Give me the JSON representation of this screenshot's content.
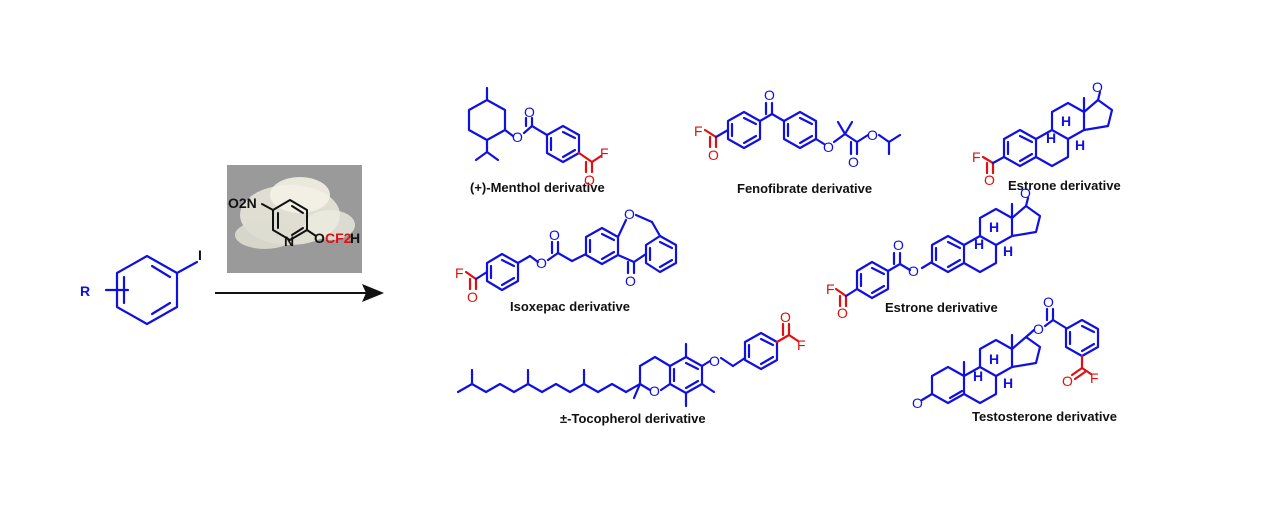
{
  "reactant": {
    "substituent": "R",
    "halogen": "I"
  },
  "reagent": {
    "nitro": "O2N",
    "ring_n": "N",
    "group_o": "O",
    "group_cf2": "CF2",
    "group_h": "H"
  },
  "products": [
    {
      "id": "menthol",
      "label": "(+)-Menthol derivative"
    },
    {
      "id": "fenofibrate",
      "label": "Fenofibrate derivative"
    },
    {
      "id": "estrone1",
      "label": "Estrone derivative"
    },
    {
      "id": "isoxepac",
      "label": "Isoxepac derivative"
    },
    {
      "id": "estrone2",
      "label": "Estrone derivative"
    },
    {
      "id": "tocopherol",
      "label": "±-Tocopherol derivative"
    },
    {
      "id": "testosterone",
      "label": "Testosterone derivative"
    }
  ],
  "atoms": {
    "O": "O",
    "F": "F",
    "H": "H"
  },
  "colors": {
    "molecule": "#1010e0",
    "acyl_fluoride": "#e01010",
    "reagent_text": "#111111"
  }
}
